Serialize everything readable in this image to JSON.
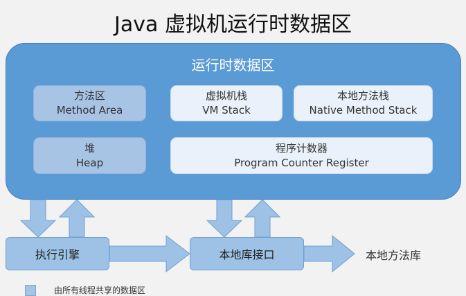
{
  "title": "Java 虚拟机运行时数据区",
  "runtime_area": {
    "title": "运行时数据区",
    "method_area": {
      "cn": "方法区",
      "en": "Method Area"
    },
    "vm_stack": {
      "cn": "虚拟机栈",
      "en": "VM Stack"
    },
    "native_method_stack": {
      "cn": "本地方法栈",
      "en": "Native Method Stack"
    },
    "heap": {
      "cn": "堆",
      "en": "Heap"
    },
    "program_counter": {
      "cn": "程序计数器",
      "en": "Program Counter Register"
    }
  },
  "bottom": {
    "execution_engine": "执行引擎",
    "native_interface": "本地库接口",
    "native_library": "本地方法库"
  },
  "legend": {
    "shared_label": "由所有线程共享的数据区"
  },
  "colors": {
    "runtime_bg": "#5b9bd5",
    "shared_box": "#a7c4e5",
    "private_box": "#eaf1fa",
    "arrow_fill": "#9dc2e6"
  }
}
